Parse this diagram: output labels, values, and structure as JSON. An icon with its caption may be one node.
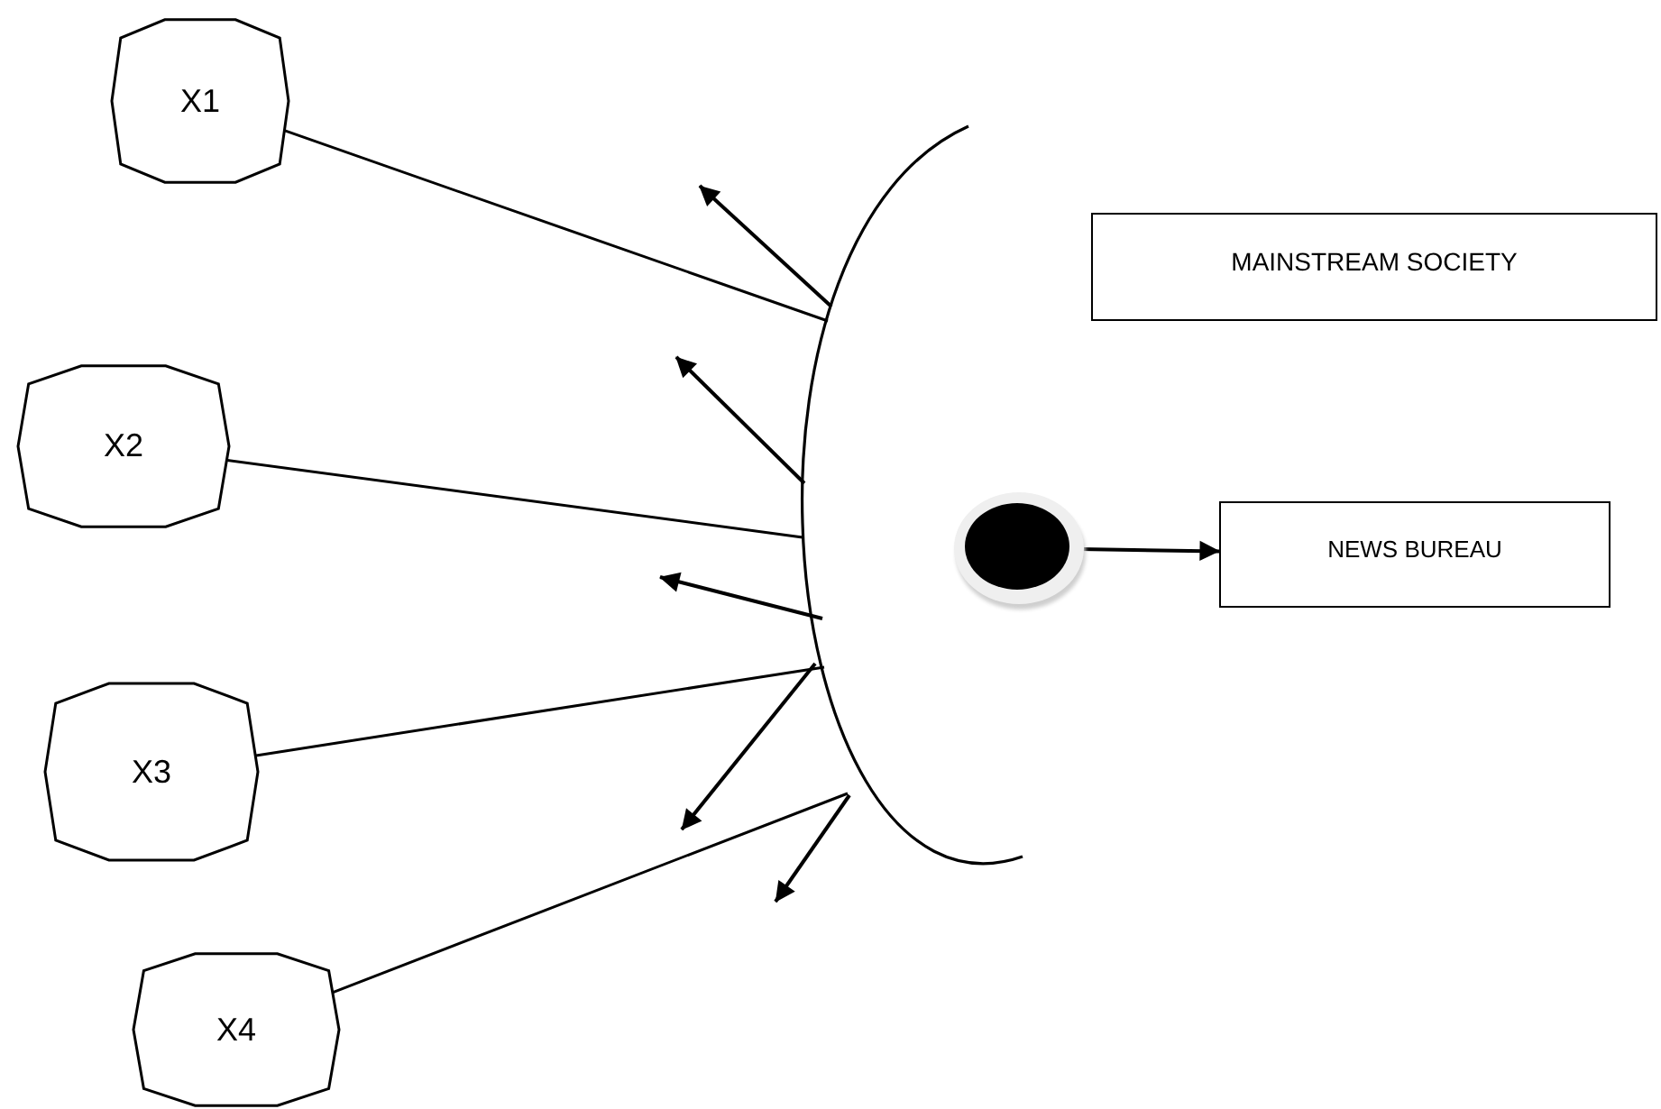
{
  "diagram": {
    "nodes": [
      {
        "text": [
          "X1"
        ]
      },
      {
        "text": [
          "X2"
        ]
      },
      {
        "text": [
          "X3"
        ]
      },
      {
        "text": [
          "X4"
        ]
      },
      {
        "text": [],
        "shape": "arc"
      },
      {
        "text": [
          "MAINSTREAM SOCIETY"
        ]
      },
      {
        "text": [],
        "shape": "circle"
      },
      {
        "text": [
          "NEWS BUREAU"
        ]
      }
    ],
    "edges": [
      {
        "from": 0,
        "to": 4,
        "arrow": "none"
      },
      {
        "from": 4,
        "to": null,
        "arrow": "to"
      },
      {
        "from": 4,
        "to": null,
        "arrow": "to"
      },
      {
        "from": 1,
        "to": 4,
        "arrow": "none"
      },
      {
        "from": 4,
        "to": null,
        "arrow": "to"
      },
      {
        "from": 2,
        "to": 4,
        "arrow": "none"
      },
      {
        "from": 4,
        "to": null,
        "arrow": "to"
      },
      {
        "from": 3,
        "to": 4,
        "arrow": "none"
      },
      {
        "from": 4,
        "to": null,
        "arrow": "to"
      },
      {
        "from": 6,
        "to": 7,
        "arrow": "to"
      }
    ]
  }
}
